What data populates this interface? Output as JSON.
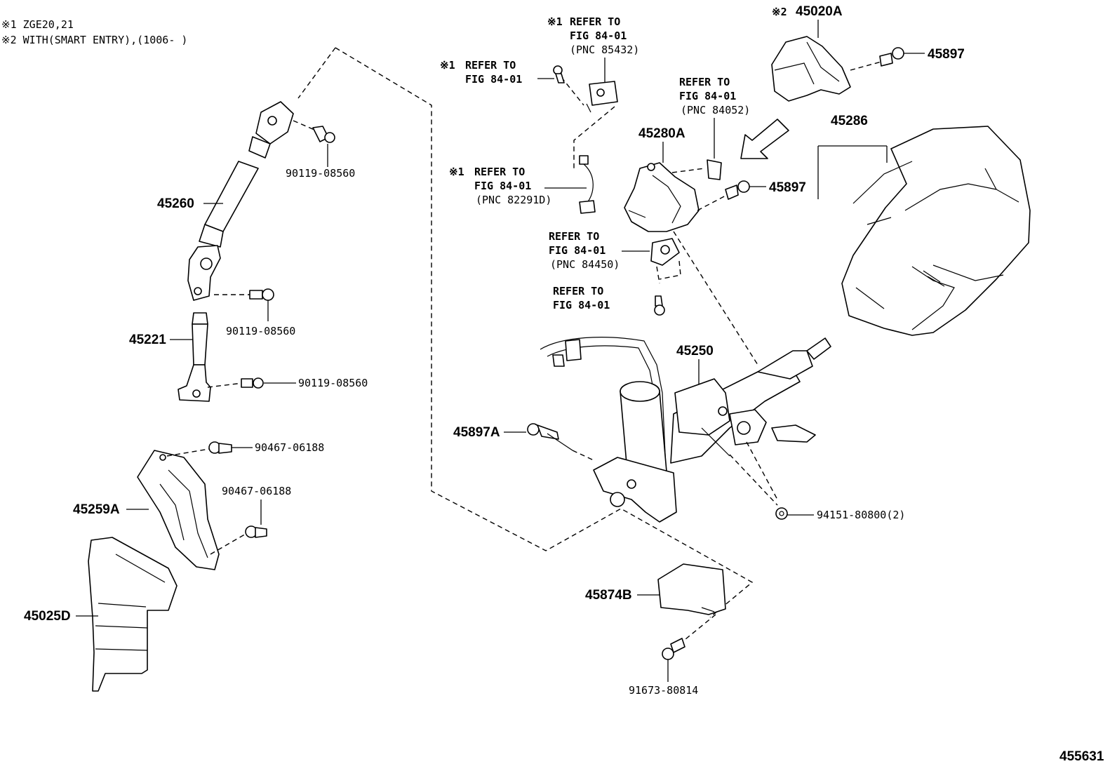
{
  "notes": {
    "n1": "※1 ZGE20,21",
    "n2": "※2 WITH(SMART ENTRY),(1006-   )"
  },
  "labels": {
    "p45260": "45260",
    "p90119a": "90119-08560",
    "p90119b": "90119-08560",
    "p90119c": "90119-08560",
    "p45221": "45221",
    "p90467a": "90467-06188",
    "p90467b": "90467-06188",
    "p45259A": "45259A",
    "p45025D": "45025D",
    "p45280A": "45280A",
    "p45020A": "45020A",
    "p45897a": "45897",
    "p45897b": "45897",
    "p45286": "45286",
    "p45250": "45250",
    "p45897A": "45897A",
    "p94151": "94151-80800(2)",
    "p45874B": "45874B",
    "p91673": "91673-80814",
    "figid": "455631"
  },
  "refs": {
    "r1": {
      "mark": "※1",
      "l1": "REFER TO",
      "l2": "FIG 84-01",
      "l3": "(PNC 85432)"
    },
    "r2": {
      "mark": "※1",
      "l1": "REFER TO",
      "l2": "FIG 84-01"
    },
    "r3": {
      "mark": "※1",
      "l1": "REFER TO",
      "l2": "FIG 84-01",
      "l3": "(PNC 82291D)"
    },
    "r4": {
      "l1": "REFER TO",
      "l2": "FIG 84-01",
      "l3": "(PNC 84052)"
    },
    "r5": {
      "l1": "REFER TO",
      "l2": "FIG 84-01",
      "l3": "(PNC 84450)"
    },
    "r6": {
      "l1": "REFER TO",
      "l2": "FIG 84-01"
    },
    "mark2": "※2"
  }
}
